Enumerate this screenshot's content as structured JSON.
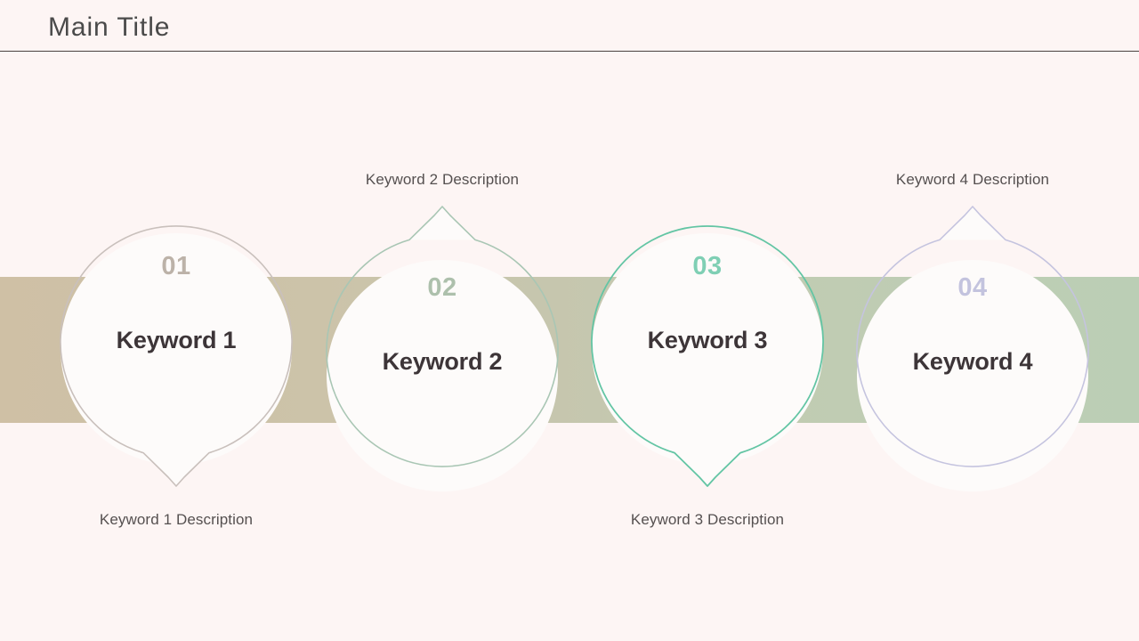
{
  "header": {
    "title": "Main Title",
    "rule_color": "#4A4240"
  },
  "theme": {
    "page_background": "#FDF5F4",
    "band_start": "#CFC0A5",
    "band_end": "#BBCEB5",
    "circle_fill": "#FDFBFA",
    "label_color": "#3D3538",
    "description_color": "#555050"
  },
  "steps": [
    {
      "number": "01",
      "label": "Keyword 1",
      "description": "Keyword 1 Description",
      "accent": "#BCB2A8",
      "border": "#C9C0BC",
      "tail": "down"
    },
    {
      "number": "02",
      "label": "Keyword 2",
      "description": "Keyword 2 Description",
      "accent": "#ADC0AC",
      "border": "#A9C6B4",
      "tail": "up"
    },
    {
      "number": "03",
      "label": "Keyword 3",
      "description": "Keyword 3 Description",
      "accent": "#7FCFB4",
      "border": "#63C5A4",
      "tail": "down"
    },
    {
      "number": "04",
      "label": "Keyword 4",
      "description": "Keyword 4 Description",
      "accent": "#C3C3DE",
      "border": "#C5C4DF",
      "tail": "up"
    }
  ]
}
